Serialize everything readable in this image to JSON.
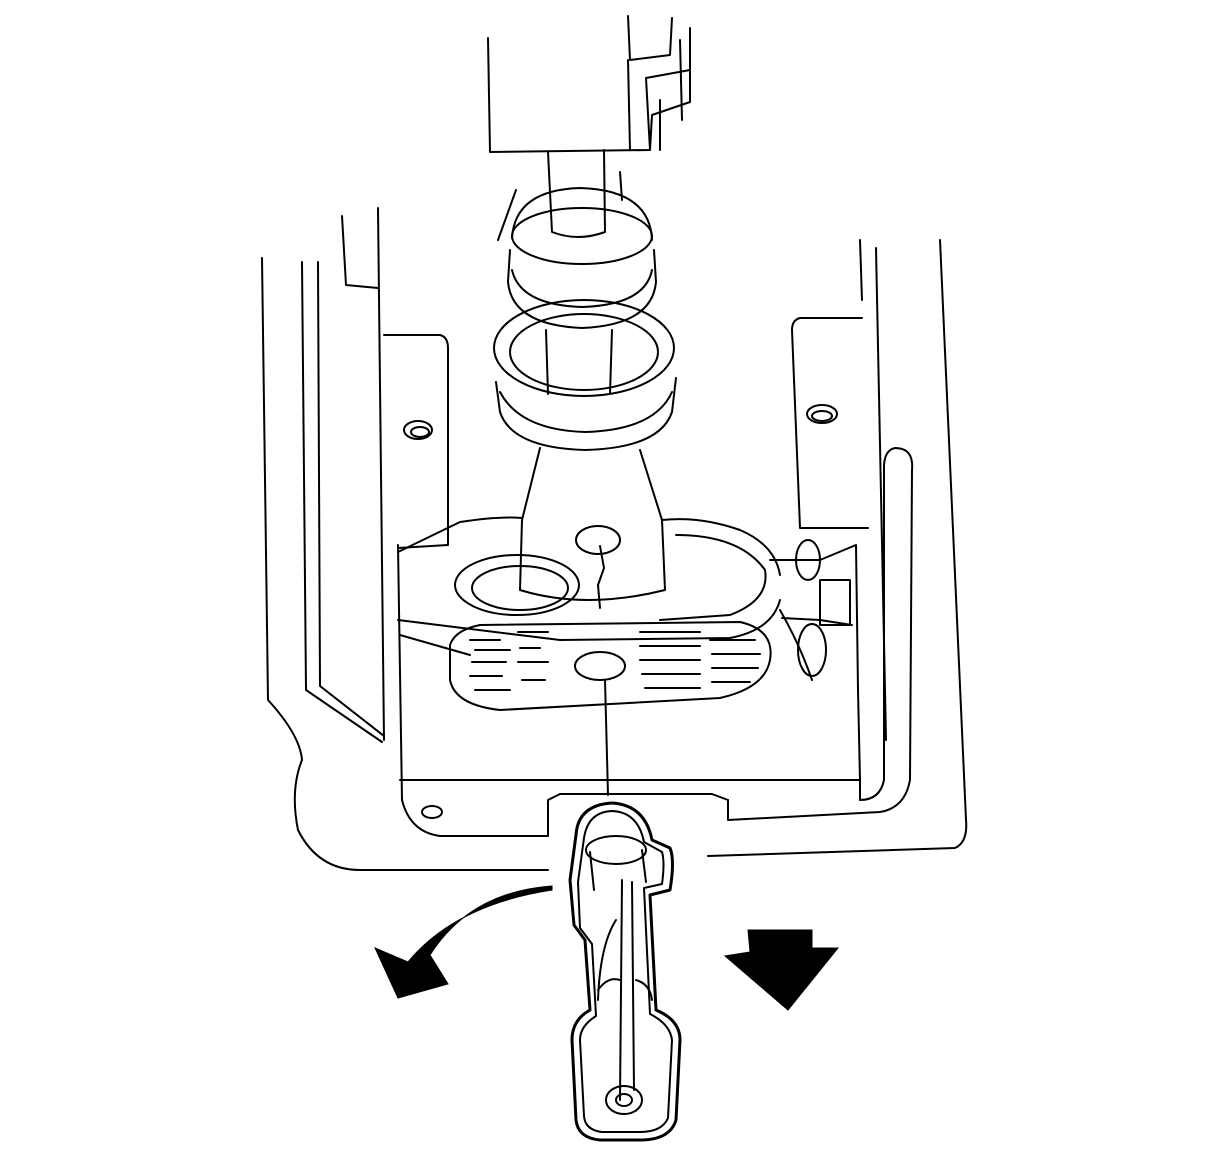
{
  "diagram": {
    "kind": "technical-line-illustration",
    "line_color": "#000000",
    "background_color": "#ffffff",
    "components": [
      "console-housing",
      "shift-control-assembly",
      "shift-lever-boot",
      "shift-cable-mount",
      "cable-retainer-clip"
    ],
    "indicators": [
      {
        "kind": "rotate-arrow",
        "direction": "counterclockwise"
      },
      {
        "kind": "direction-arrow",
        "direction": "down"
      }
    ]
  }
}
